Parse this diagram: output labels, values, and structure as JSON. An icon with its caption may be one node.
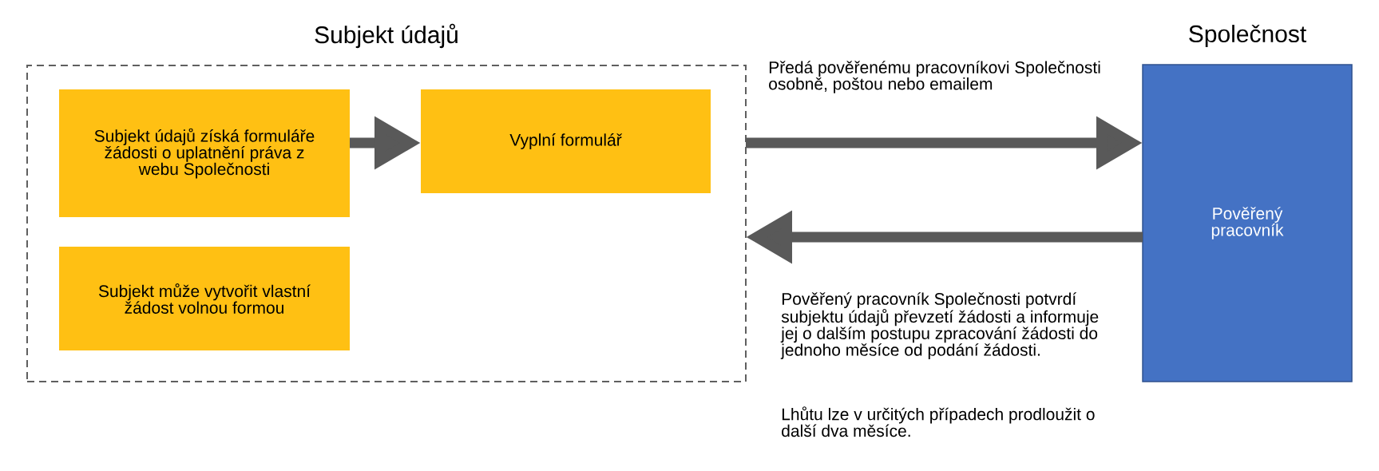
{
  "diagram": {
    "nodes": [
      {
        "text": [
          "Subjekt údajů"
        ]
      },
      {
        "text": [
          "Subjekt údajů získá formuláře žádosti o uplatnění práva z webu Společnosti"
        ],
        "in": 0
      },
      {
        "text": [
          "Vyplní formulář"
        ],
        "in": 0
      },
      {
        "text": [
          "Subjekt může vytvořit vlastní žádost volnou formou"
        ],
        "in": 0
      },
      {
        "text": [
          "Společnost",
          "Pověřený pracovník"
        ]
      }
    ],
    "edges": [
      {
        "from": 1,
        "to": 2,
        "arrow": "to"
      },
      {
        "from": 0,
        "to": 4,
        "arrow": "to",
        "label": "Předá pověřenému pracovníkovi Společnosti osobně, poštou nebo emailem"
      },
      {
        "from": 4,
        "to": 0,
        "arrow": "to",
        "label": "Pověřený pracovník Společnosti potvrdí subjektu údajů převzetí žádosti a informuje jej o dalším postupu zpracování žádosti do jednoho měsíce od podání žádosti."
      }
    ],
    "labels": [
      "Lhůtu lze v určitých případech prodloužit o další dva měsíce."
    ]
  }
}
